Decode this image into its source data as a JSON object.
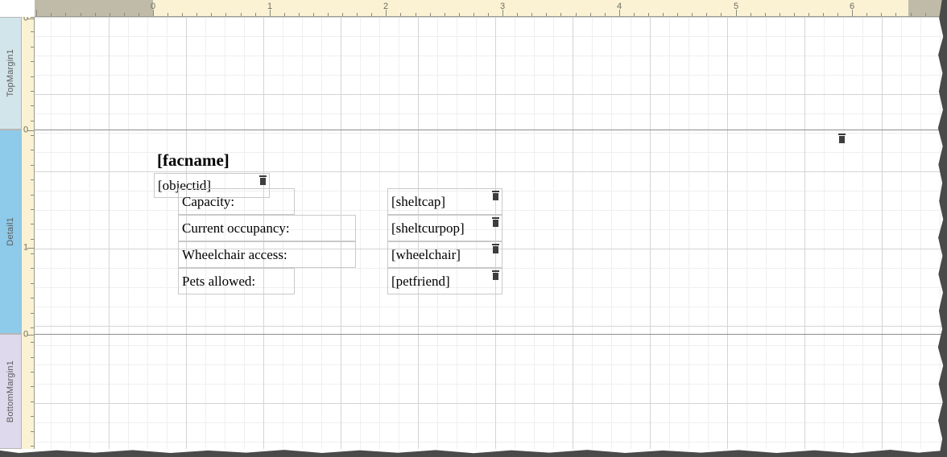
{
  "window": {
    "app": "report-designer",
    "title": "Report Designer Canvas"
  },
  "rulers": {
    "horizontal": {
      "unit": "inches",
      "numbers": [
        "0",
        "1",
        "2",
        "3",
        "4",
        "5",
        "6"
      ],
      "margin_color": "#bfbba8",
      "face_color": "#fbf2d4"
    },
    "vertical": {
      "unit": "inches",
      "numbers": [
        "0",
        "1",
        "0"
      ],
      "face_color": "#fbf2d4"
    }
  },
  "bands": [
    {
      "name": "TopMargin1",
      "label": "TopMargin1",
      "color": "#d2e5ea"
    },
    {
      "name": "Detail1",
      "label": "Detail1",
      "color": "#8ecae9"
    },
    {
      "name": "BottomMargin1",
      "label": "BottomMargin1",
      "color": "#ded9ed"
    }
  ],
  "controls": {
    "title": {
      "text": "[facname]",
      "kind": "bound-field",
      "bold": true
    },
    "objectid": {
      "text": "[objectid]",
      "kind": "bound-field"
    },
    "labels": [
      {
        "text": "Capacity:",
        "kind": "static-label"
      },
      {
        "text": "Current occupancy:",
        "kind": "static-label"
      },
      {
        "text": "Wheelchair access:",
        "kind": "static-label"
      },
      {
        "text": "Pets allowed:",
        "kind": "static-label"
      }
    ],
    "fields": [
      {
        "text": "[sheltcap]",
        "kind": "bound-field"
      },
      {
        "text": "[sheltcurpop]",
        "kind": "bound-field"
      },
      {
        "text": "[wheelchair]",
        "kind": "bound-field"
      },
      {
        "text": "[petfriend]",
        "kind": "bound-field"
      }
    ]
  },
  "colors": {
    "canvas": "#ffffff",
    "grid_fine": "#efefef",
    "grid_coarse": "#d4d4d4",
    "control_border": "#c9c9c9",
    "band_separator": "#8d8d8d",
    "field_marker": "#3d3d3d"
  }
}
